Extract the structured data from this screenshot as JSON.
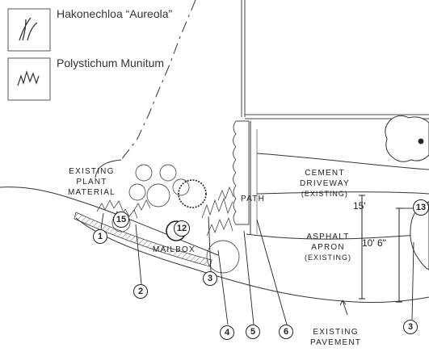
{
  "legend": [
    {
      "name": "Hakonechloa “Aureola”",
      "icon": "grass-symbol-icon"
    },
    {
      "name": "Polystichum Munitum",
      "icon": "fern-symbol-icon"
    }
  ],
  "labels": {
    "existing_plant_material": [
      "EXISTING",
      "PLANT",
      "MATERIAL"
    ],
    "path": "PATH",
    "cement_driveway": [
      "CEMENT",
      "DRIVEWAY",
      "(EXISTING)"
    ],
    "asphalt_apron": [
      "ASPHALT",
      "APRON",
      "(EXISTING)"
    ],
    "mailbox": "MAILBOX",
    "existing_pavement": [
      "EXISTING",
      "PAVEMENT"
    ]
  },
  "dimensions": {
    "width": "15'",
    "apron_depth": "10' 6\""
  },
  "callouts": [
    "1",
    "2",
    "3",
    "4",
    "5",
    "6",
    "3",
    "12",
    "13",
    "15"
  ]
}
